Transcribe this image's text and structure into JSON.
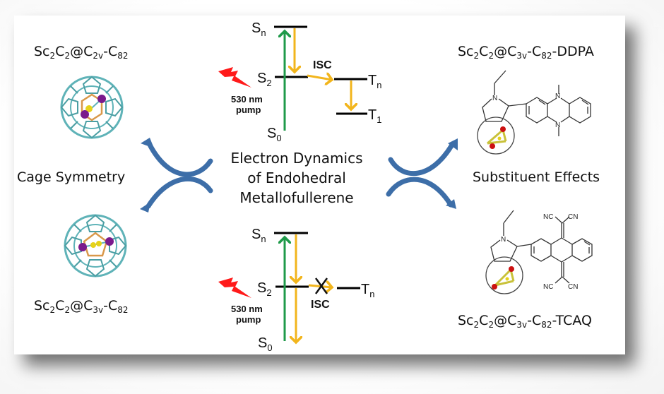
{
  "colors": {
    "excitation_arrow": "#1f9a4a",
    "relaxation_arrow": "#f2b51c",
    "pump_bolt": "#ff1a1a",
    "curved_arrow": "#3d6ea8",
    "cage": "#5fb3b8",
    "inner_cluster": "#d9984a",
    "sc_atom": "#7a1a8c",
    "c2_atom": "#e6d21a",
    "oxygen_atom": "#cc1111",
    "level_line": "#000000"
  },
  "left_panel": {
    "top_formula": {
      "base": "Sc",
      "s1": "2",
      "c": "C",
      "s2": "2",
      "at": "@C",
      "sym": "2v",
      "dash": "-C",
      "n": "82"
    },
    "top_icon": "fullerene-c2v-icon",
    "section_label": "Cage Symmetry",
    "bottom_icon": "fullerene-c3v-icon",
    "bottom_formula": {
      "base": "Sc",
      "s1": "2",
      "c": "C",
      "s2": "2",
      "at": "@C",
      "sym": "3v",
      "dash": "-C",
      "n": "82"
    }
  },
  "center": {
    "title_lines": [
      "Electron Dynamics",
      "of Endohedral",
      "Metallofullerene"
    ],
    "top_diagram": {
      "levels": {
        "sn": {
          "main": "S",
          "sub": "n"
        },
        "s2": {
          "main": "S",
          "sub": "2"
        },
        "s0": {
          "main": "S",
          "sub": "0"
        },
        "tn": {
          "main": "T",
          "sub": "n"
        },
        "t1": {
          "main": "T",
          "sub": "1"
        }
      },
      "isc_label": "ISC",
      "pump_label_1": "530 nm",
      "pump_label_2": "pump",
      "isc_blocked": false
    },
    "bottom_diagram": {
      "levels": {
        "sn": {
          "main": "S",
          "sub": "n"
        },
        "s2": {
          "main": "S",
          "sub": "2"
        },
        "s0": {
          "main": "S",
          "sub": "0"
        },
        "tn": {
          "main": "T",
          "sub": "n"
        }
      },
      "isc_label": "ISC",
      "pump_label_1": "530 nm",
      "pump_label_2": "pump",
      "isc_blocked": true
    }
  },
  "right_panel": {
    "top_formula": {
      "base": "Sc",
      "s1": "2",
      "c": "C",
      "s2": "2",
      "at": "@C",
      "sym": "3v",
      "dash": "-C",
      "n": "82",
      "suffix": "-DDPA"
    },
    "top_icon": "ddpa-structure-icon",
    "section_label": "Substituent Effects",
    "bottom_icon": "tcaq-structure-icon",
    "bottom_formula": {
      "base": "Sc",
      "s1": "2",
      "c": "C",
      "s2": "2",
      "at": "@C",
      "sym": "3v",
      "dash": "-C",
      "n": "82",
      "suffix": "-TCAQ"
    },
    "chem_labels": {
      "n": "N",
      "nc": "NC",
      "cn": "CN"
    }
  }
}
